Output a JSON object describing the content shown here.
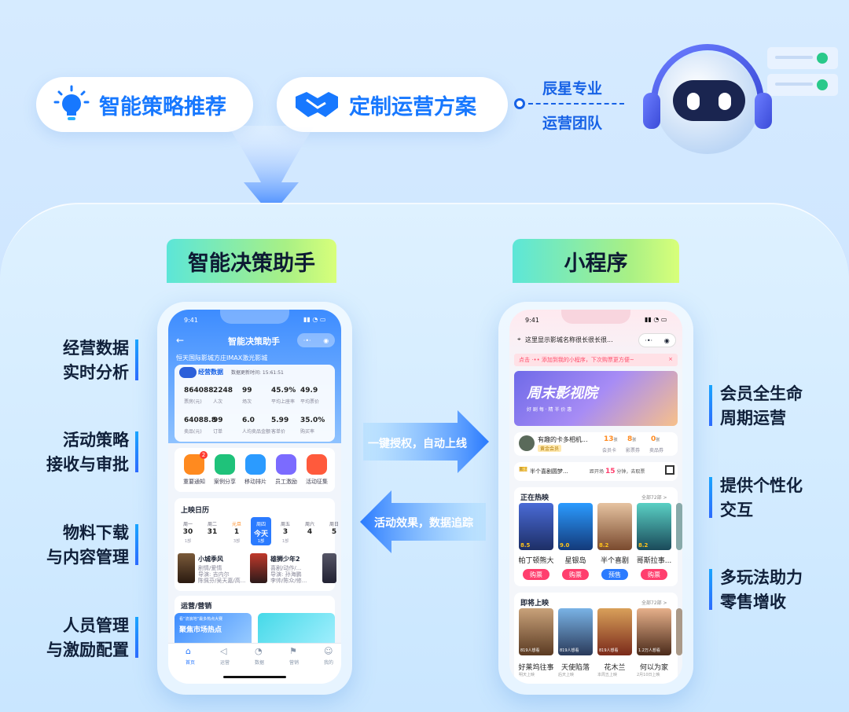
{
  "top": {
    "pill1": "智能策略推荐",
    "pill2": "定制运营方案",
    "team_line1": "辰星专业",
    "team_line2": "运营团队"
  },
  "tabs": {
    "left": "智能决策助手",
    "right": "小程序"
  },
  "left_features": [
    "经营数据\n实时分析",
    "活动策略\n接收与审批",
    "物料下载\n与内容管理",
    "人员管理\n与激励配置"
  ],
  "right_features": [
    "会员全生命\n周期运营",
    "提供个性化\n交互",
    "多玩法助力\n零售增收"
  ],
  "arrows": {
    "right": "一键授权，自动上线",
    "left": "活动效果，数据追踪"
  },
  "phone1": {
    "time": "9:41",
    "title": "智能决策助手",
    "cinema": "恒天国际影城方庄IMAX激光影城",
    "badge": "经营数据",
    "update": "数据更新时间: 15:61:51",
    "row1": [
      [
        "864088",
        "票房(元)"
      ],
      [
        "2248",
        "人次"
      ],
      [
        "99",
        "场次"
      ],
      [
        "45.9%",
        "平均上座率"
      ],
      [
        "49.9",
        "平均票价"
      ]
    ],
    "row2": [
      [
        "64088.8",
        "卖品(元)"
      ],
      [
        "99",
        "订单"
      ],
      [
        "6.0",
        "人均卖品金额"
      ],
      [
        "5.99",
        "客单价"
      ],
      [
        "35.0%",
        "购买率"
      ]
    ],
    "icons": [
      "重要通知",
      "案例分享",
      "移动排片",
      "员工激励",
      "活动征集"
    ],
    "icon_badge": "2",
    "calendar_title": "上映日历",
    "days": [
      [
        "周一",
        "30",
        "1部"
      ],
      [
        "周二",
        "31",
        ""
      ],
      [
        "元旦",
        "1",
        "3部"
      ],
      [
        "周四",
        "今天",
        "1部"
      ],
      [
        "周五",
        "3",
        "1部"
      ],
      [
        "周六",
        "4",
        ""
      ],
      [
        "周日",
        "5",
        ""
      ]
    ],
    "movie1": {
      "name": "小城季风",
      "l1": "剧情/爱情",
      "l2": "导演: 吉内尔",
      "l3": "陈佩芬/吴天嘉/高..."
    },
    "movie2": {
      "name": "雄狮少年2",
      "l1": "喜剧/动作/...",
      "l2": "导演: 孙海鹏",
      "l3": "李帅/陈众/修..."
    },
    "ops_title": "运营/营销",
    "banner": "聚焦市场热点",
    "banner_small": "看“流浪地”最多热点大赛",
    "nav": [
      "首页",
      "运营",
      "数据",
      "营销",
      "我的"
    ]
  },
  "phone2": {
    "time": "9:41",
    "location": "这里显示影城名称很长很长很...",
    "notice": "点击 ·•• 添加到我的小程序，下次购票更方便~",
    "banner_title": "周末影视院",
    "banner_sub": "好 剧 每 · 精 半 价 惠",
    "member_name": "有趣的卡多相机...",
    "member_tag": "黄金会员",
    "stats": [
      [
        "13",
        "张",
        "会员卡"
      ],
      [
        "8",
        "张",
        "影票券"
      ],
      [
        "0",
        "张",
        "卖品券"
      ]
    ],
    "ticket": "半个喜剧圆梦...",
    "ticket_info_pre": "距开场",
    "ticket_info_num": "15",
    "ticket_info_post": "分钟，去取票",
    "now_title": "正在热映",
    "all_now": "全部72部 >",
    "now_movies": [
      [
        "帕丁顿熊大",
        "购票",
        "8.5"
      ],
      [
        "星银岛",
        "购票",
        "9.0"
      ],
      [
        "半个喜剧",
        "预售",
        "8.2"
      ],
      [
        "哥斯拉事...",
        "购票",
        "8.2"
      ]
    ],
    "soon_title": "即将上映",
    "all_soon": "全部72部 >",
    "soon_movies": [
      [
        "好莱坞往事",
        "明天上映",
        "819人想看"
      ],
      [
        "天使陷落",
        "后天上映",
        "819人想看"
      ],
      [
        "花木兰",
        "本周五上映",
        "819人想看"
      ],
      [
        "何以为家",
        "2月10日上映",
        "1.2万人想看"
      ]
    ]
  },
  "colors": {
    "accent": "#1778ff",
    "tab_gradient_start": "#5ce6d8",
    "tab_gradient_end": "#d8ff7a"
  }
}
